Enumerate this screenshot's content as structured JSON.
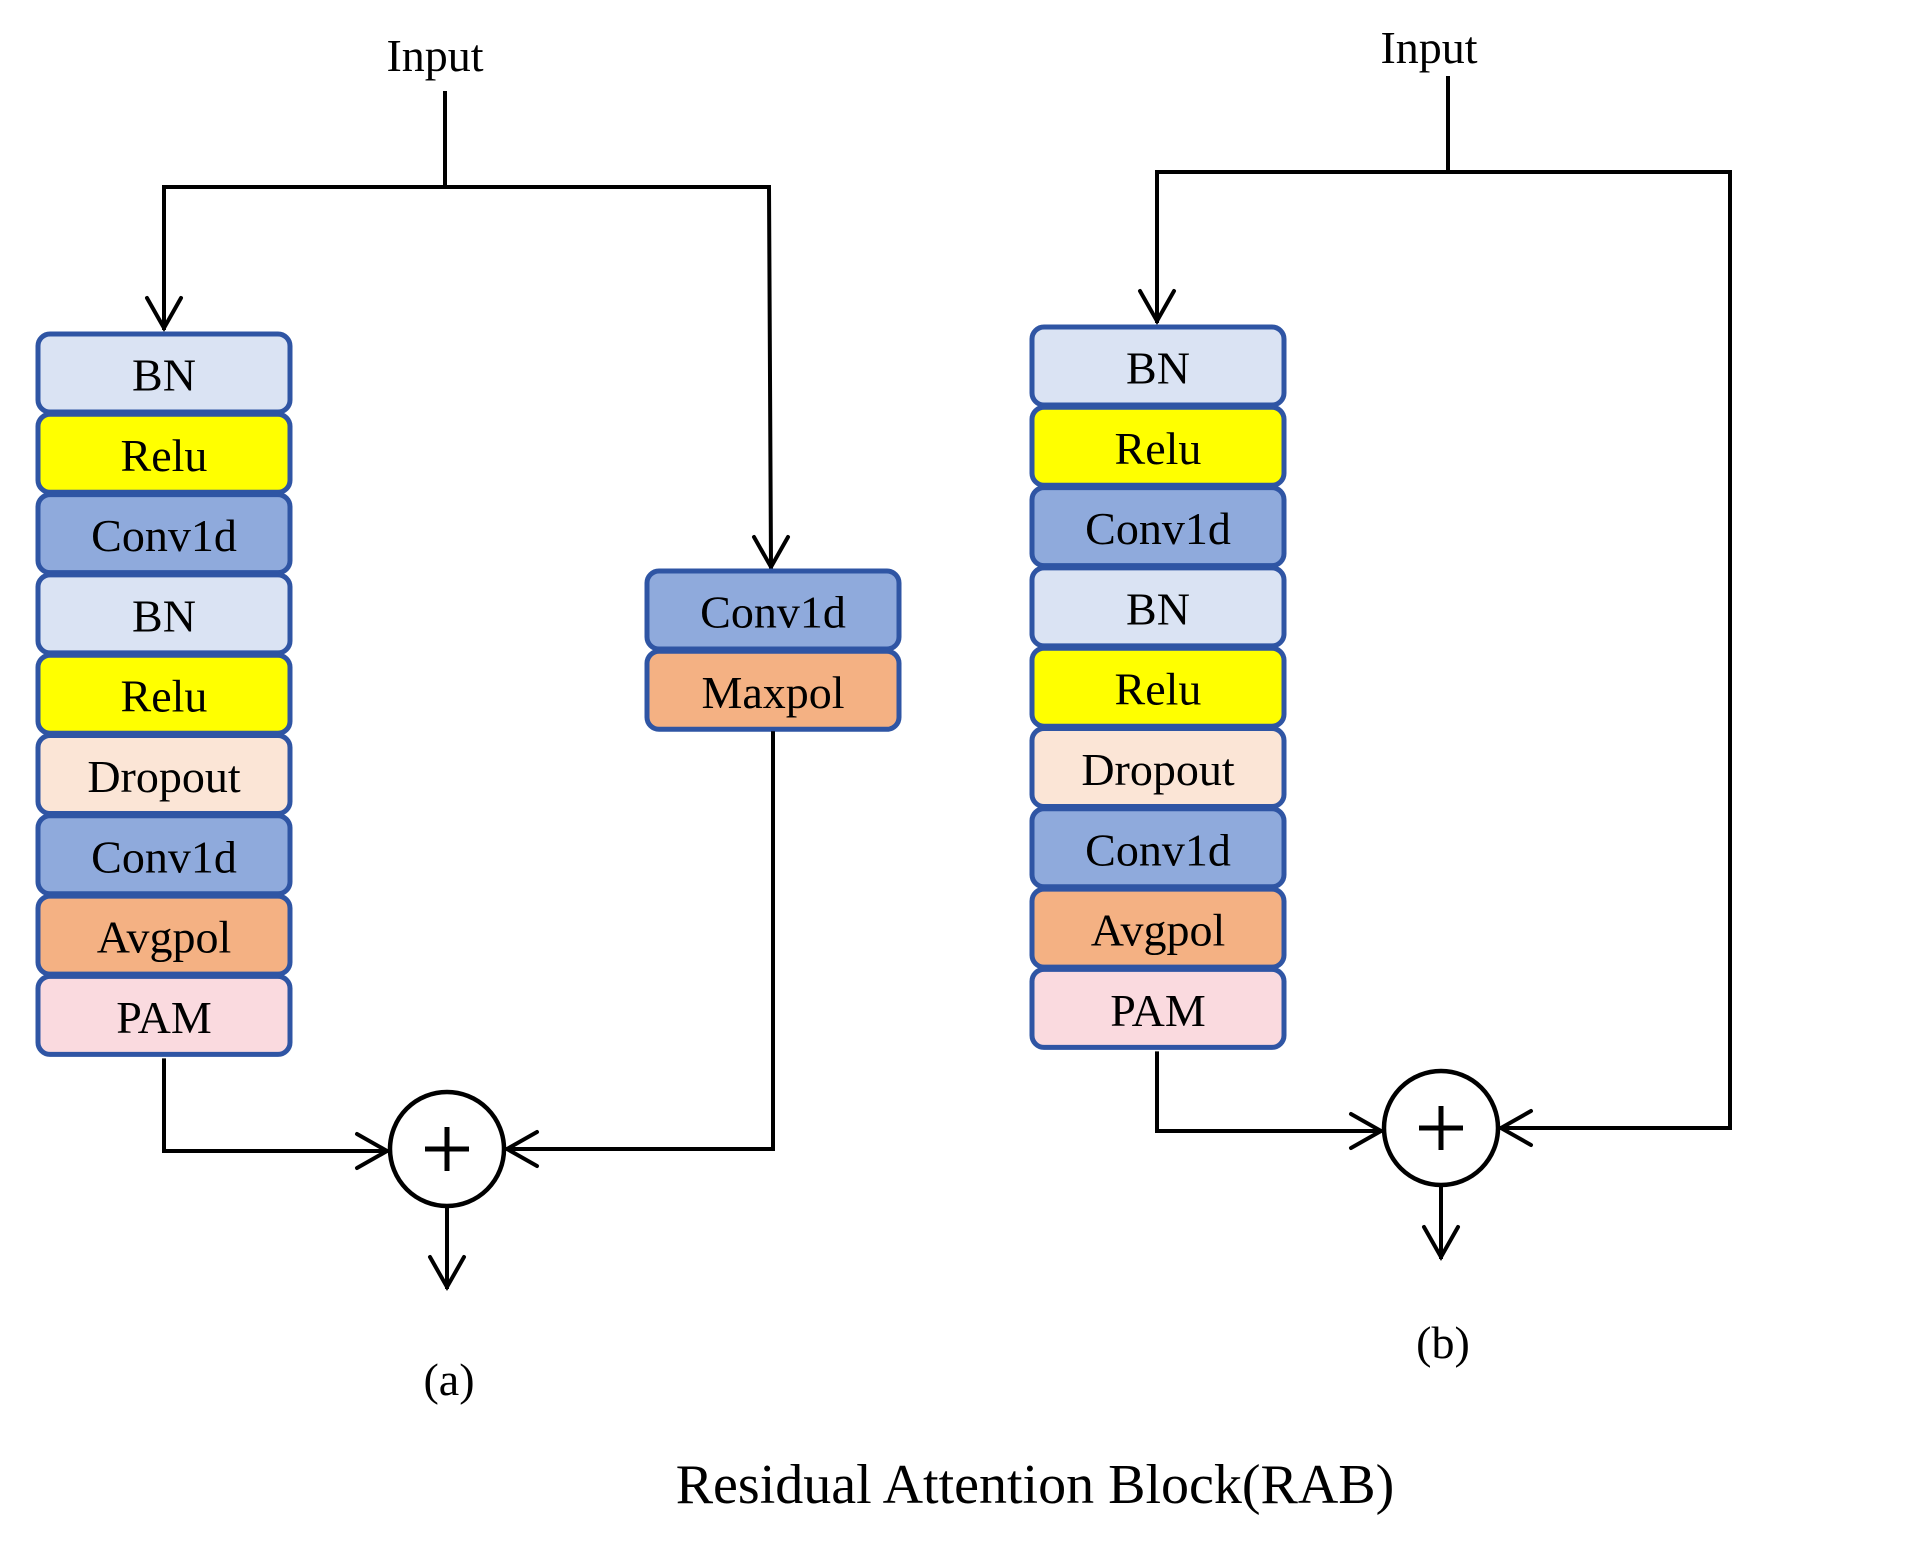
{
  "title": "Residual Attention Block(RAB)",
  "palette": {
    "border": "#2F55A4",
    "BN": "#DAE3F3",
    "Relu": "#FFFF00",
    "Conv1d": "#8FAADC",
    "Dropout": "#FBE5D6",
    "Avgpol": "#F4B183",
    "Maxpol": "#F4B183",
    "PAM": "#FADADF",
    "line": "#000000"
  },
  "diagrams": [
    {
      "id": "a",
      "caption": "(a)",
      "input_label": "Input",
      "main_path": [
        "BN",
        "Relu",
        "Conv1d",
        "BN",
        "Relu",
        "Dropout",
        "Conv1d",
        "Avgpol",
        "PAM"
      ],
      "shortcut_path": [
        "Conv1d",
        "Maxpol"
      ],
      "merge_operator": "+"
    },
    {
      "id": "b",
      "caption": "(b)",
      "input_label": "Input",
      "main_path": [
        "BN",
        "Relu",
        "Conv1d",
        "BN",
        "Relu",
        "Dropout",
        "Conv1d",
        "Avgpol",
        "PAM"
      ],
      "shortcut_path": [],
      "merge_operator": "+"
    }
  ]
}
